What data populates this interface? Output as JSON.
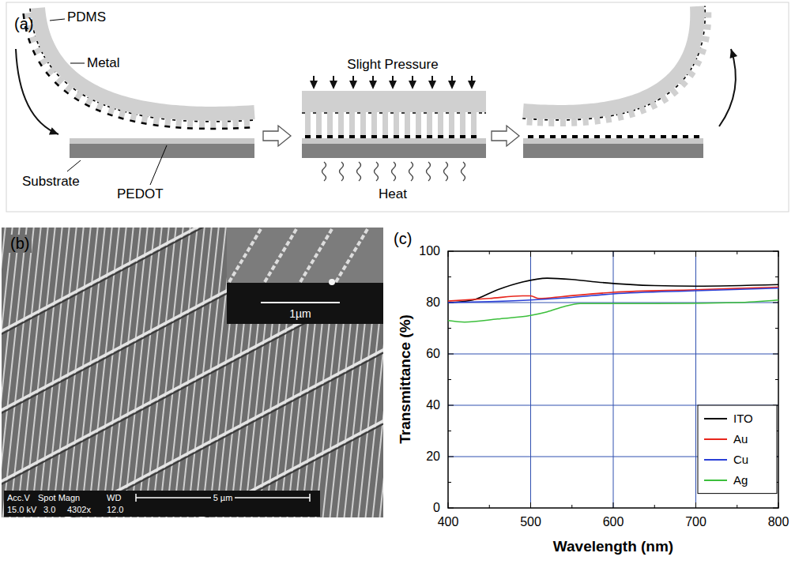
{
  "diagram": {
    "labels": [
      "(a)",
      "PDMS",
      "Metal",
      "Substrate",
      "PEDOT",
      "Slight Pressure",
      "Heat",
      "(b)",
      "1µm",
      "Acc.V",
      "Spot Magn",
      "WD",
      "5 µm",
      "15.0 kV",
      "3.0",
      "4302x",
      "12.0",
      "(c)",
      "0",
      "20",
      "40",
      "60",
      "80",
      "100",
      "400",
      "500",
      "600",
      "700",
      "800",
      "Transmittance (%)",
      "Wavelength (nm)"
    ],
    "legend": [
      {
        "text": "ITO",
        "color": "#000000"
      },
      {
        "text": "Au",
        "color": "#e8261c"
      },
      {
        "text": "Cu",
        "color": "#2a3fd6"
      },
      {
        "text": "Ag",
        "color": "#3cbf3c"
      }
    ]
  }
}
